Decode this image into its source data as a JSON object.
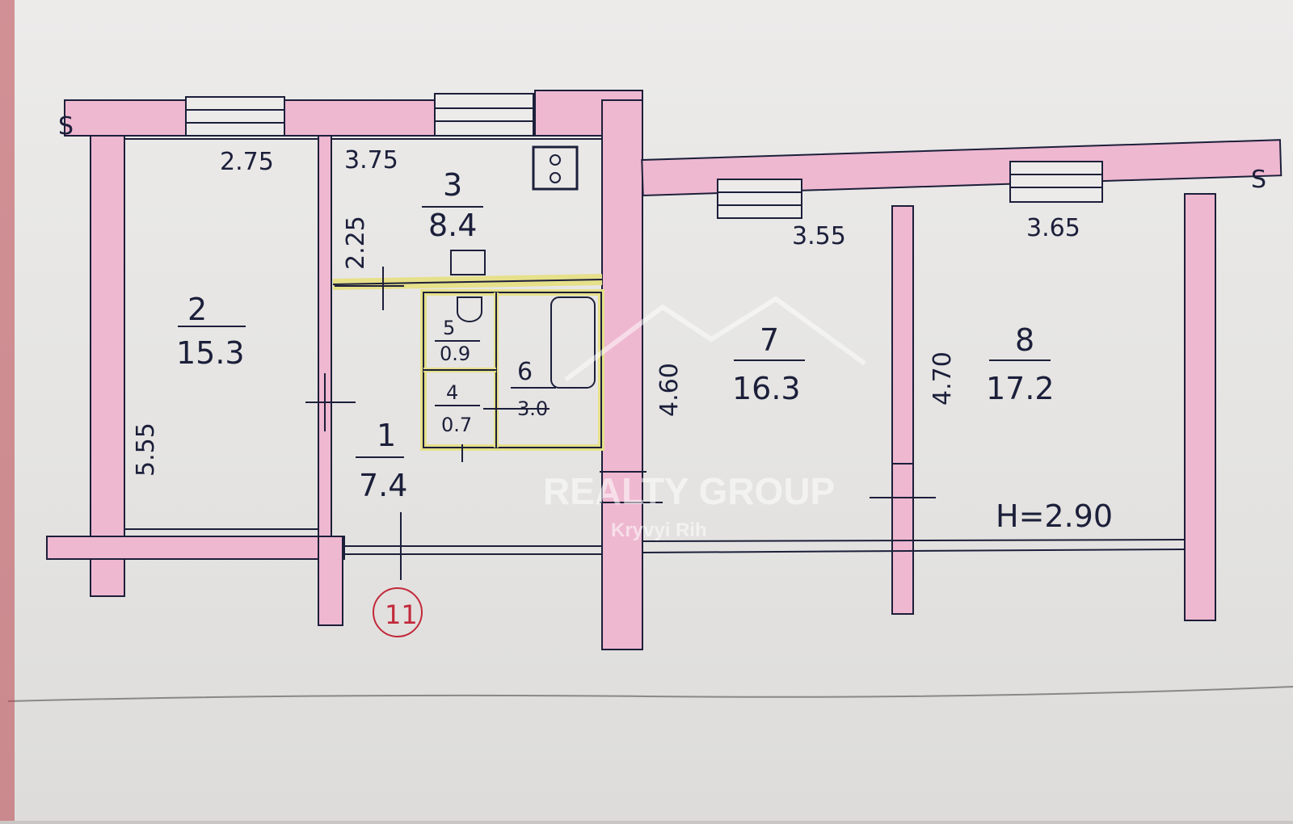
{
  "plan": {
    "wall_color": "#eeb8d0",
    "line_color": "#1c1f3a",
    "stamp_color": "#c2283a",
    "rooms": [
      {
        "id": "2",
        "area": "15.3",
        "width": "2.75",
        "height": "5.55"
      },
      {
        "id": "3",
        "area": "8.4",
        "width": "3.75",
        "height": "2.25"
      },
      {
        "id": "5",
        "area": "0.9"
      },
      {
        "id": "4",
        "area": "0.7"
      },
      {
        "id": "6",
        "area": "3.0"
      },
      {
        "id": "1",
        "area": "7.4"
      },
      {
        "id": "7",
        "area": "16.3",
        "width": "3.55",
        "height": "4.60"
      },
      {
        "id": "8",
        "area": "17.2",
        "width": "3.65",
        "height": "4.70"
      }
    ],
    "ceiling_height": "H=2.90",
    "stamp_number": "11",
    "corner_marks": [
      "S",
      "S"
    ]
  },
  "watermark": {
    "brand": "REALTY GROUP",
    "city": "Kryvyi Rih"
  }
}
